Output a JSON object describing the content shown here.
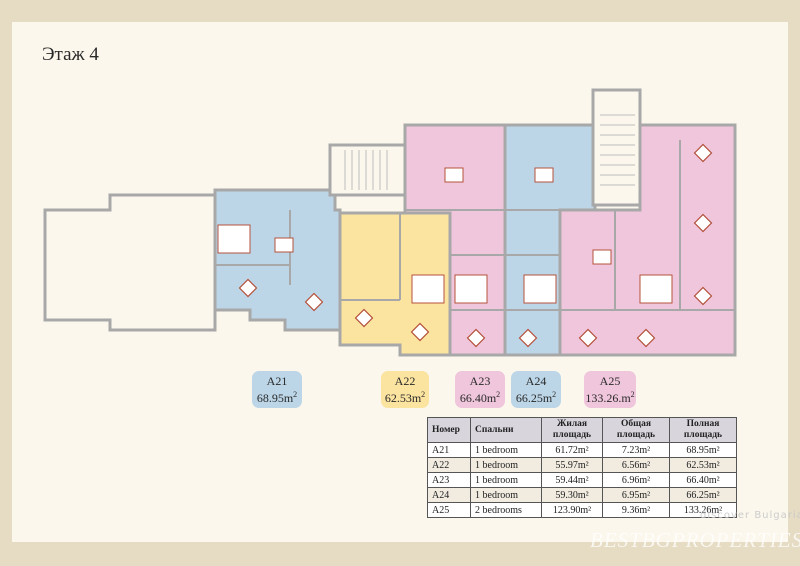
{
  "title": "Этаж 4",
  "colors": {
    "blue": "#bcd6e8",
    "yellow": "#fbe3a0",
    "pink": "#efc6dc",
    "wall": "#a8a8a8",
    "background": "#fbf7ec",
    "frame": "#e6dcc4"
  },
  "units": [
    {
      "id": "A21",
      "area": "68.95m",
      "color": "blue"
    },
    {
      "id": "A22",
      "area": "62.53m",
      "color": "yellow"
    },
    {
      "id": "A23",
      "area": "66.40m",
      "color": "pink"
    },
    {
      "id": "A24",
      "area": "66.25m",
      "color": "blue"
    },
    {
      "id": "A25",
      "area": "133.26.m",
      "color": "pink"
    }
  ],
  "table": {
    "headers": [
      "Номер",
      "Спальни",
      "Жилая площадь",
      "Общая площадь",
      "Полная площадь"
    ],
    "rows": [
      [
        "A21",
        "1 bedroom",
        "61.72m²",
        "7.23m²",
        "68.95m²"
      ],
      [
        "A22",
        "1 bedroom",
        "55.97m²",
        "6.56m²",
        "62.53m²"
      ],
      [
        "A23",
        "1 bedroom",
        "59.44m²",
        "6.96m²",
        "66.40m²"
      ],
      [
        "A24",
        "1 bedroom",
        "59.30m²",
        "6.95m²",
        "66.25m²"
      ],
      [
        "A25",
        "2 bedrooms",
        "123.90m²",
        "9.36m²",
        "133.26m²"
      ]
    ]
  },
  "watermark": {
    "tagline": "discover Bulgaria",
    "brand": "BESTBGPROPERTIES"
  }
}
